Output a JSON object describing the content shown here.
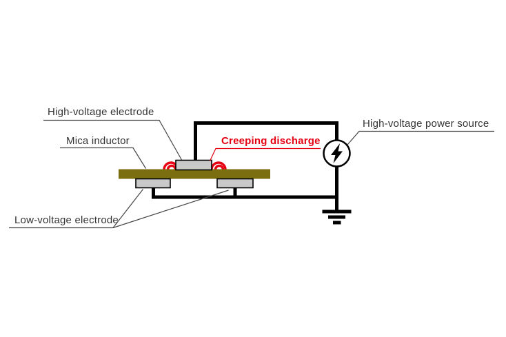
{
  "diagram": {
    "type": "circuit-schematic",
    "subject": "creeping discharge test setup",
    "labels": {
      "high_voltage_electrode": "High-voltage electrode",
      "mica_inductor": "Mica inductor",
      "creeping_discharge": "Creeping discharge",
      "high_voltage_power_source": "High-voltage power source",
      "low_voltage_electrode": "Low-voltage electrode"
    },
    "icons": {
      "power_source": "lightning-bolt-in-circle-icon",
      "ground": "earth-ground-icon",
      "discharge": "creeping-discharge-arcs-icon"
    },
    "colors": {
      "background": "#ffffff",
      "wire": "#000000",
      "mica_bar": "#7a6e10",
      "electrode_fill": "#c9c9c9",
      "electrode_stroke": "#000000",
      "discharge_red": "#e60012",
      "label_text": "#333333",
      "leader_line": "#444444"
    }
  }
}
